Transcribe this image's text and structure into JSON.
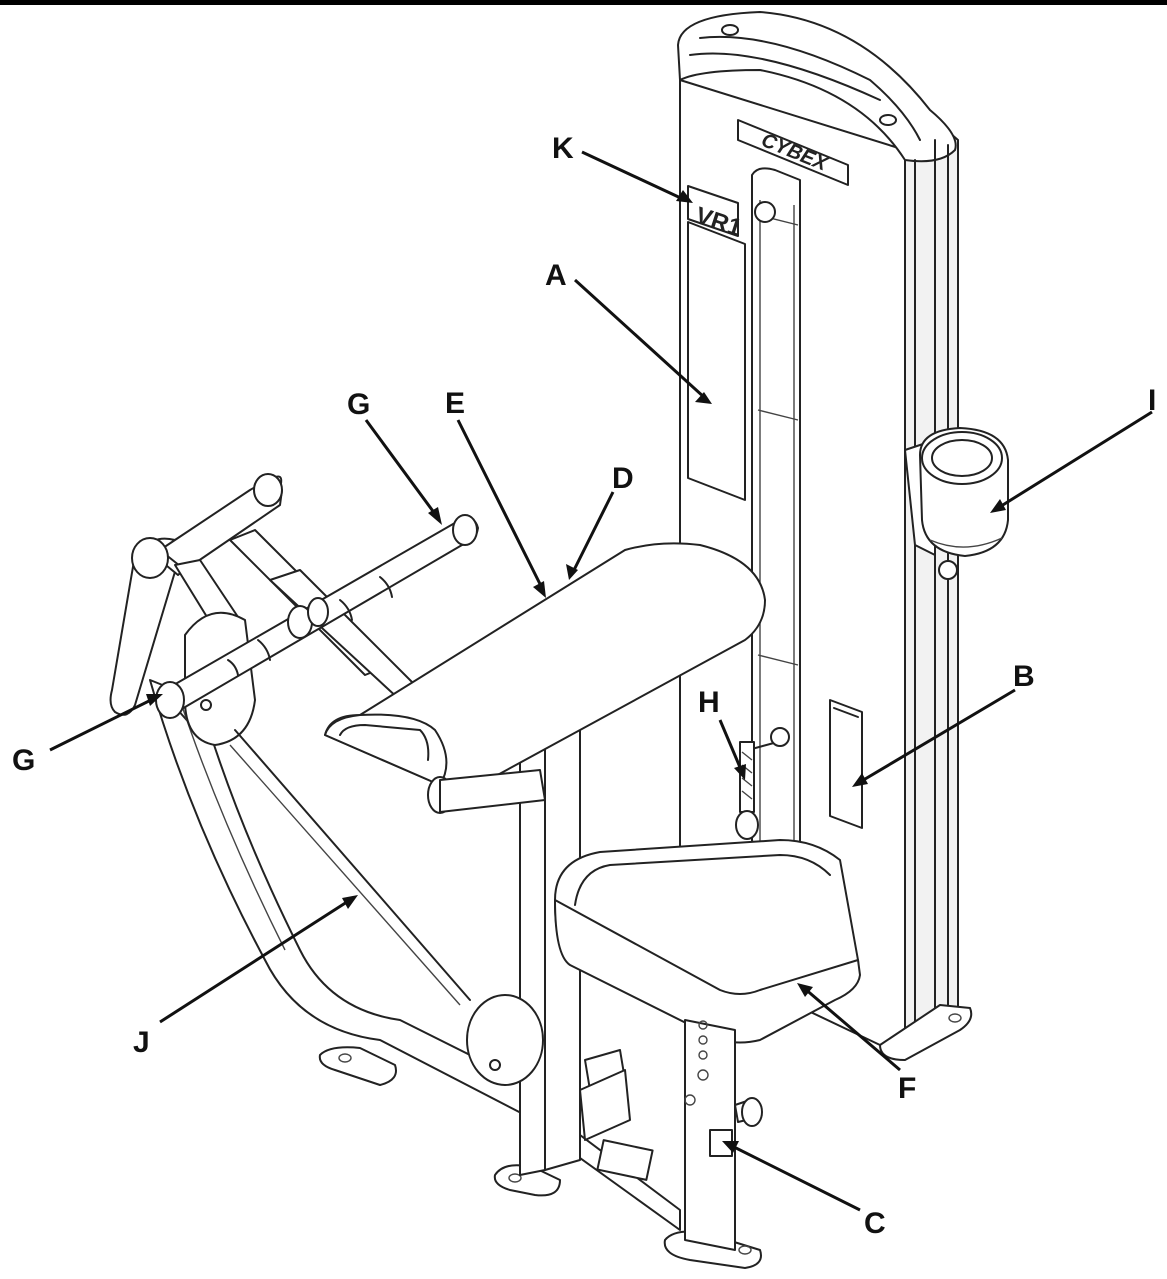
{
  "diagram": {
    "brand_logo": "CYBEX",
    "model_badge": "VR1",
    "callouts": {
      "a": "A",
      "b": "B",
      "c": "C",
      "d": "D",
      "e": "E",
      "f": "F",
      "g_upper": "G",
      "g_lower": "G",
      "h": "H",
      "i": "I",
      "j": "J",
      "k": "K"
    },
    "colors": {
      "line": "#222222",
      "background": "#ffffff",
      "top_rule": "#000000"
    }
  }
}
